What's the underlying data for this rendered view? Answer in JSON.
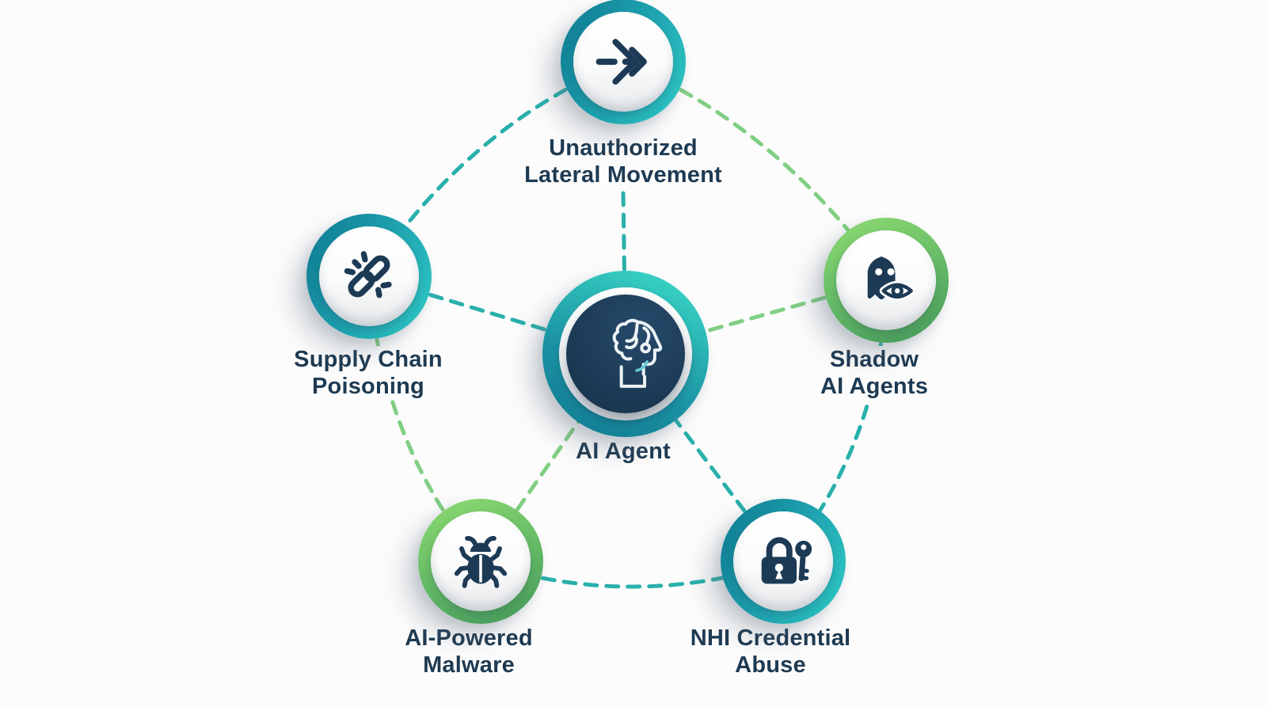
{
  "center_node": {
    "label": "AI Agent",
    "icon": "ai-head-icon",
    "ring_color": "teal"
  },
  "nodes": [
    {
      "id": "unauthorized-lateral-movement",
      "label_line1": "Unauthorized",
      "label_line2": "Lateral Movement",
      "icon": "merge-arrow-icon",
      "ring_color": "teal",
      "position": "top"
    },
    {
      "id": "supply-chain-poisoning",
      "label_line1": "Supply Chain",
      "label_line2": "Poisoning",
      "icon": "broken-chain-icon",
      "ring_color": "teal",
      "position": "left"
    },
    {
      "id": "shadow-ai-agents",
      "label_line1": "Shadow",
      "label_line2": "AI Agents",
      "icon": "ghost-eye-icon",
      "ring_color": "green",
      "position": "right"
    },
    {
      "id": "ai-powered-malware",
      "label_line1": "AI-Powered",
      "label_line2": "Malware",
      "icon": "bug-icon",
      "ring_color": "green",
      "position": "bottom-left"
    },
    {
      "id": "nhi-credential-abuse",
      "label_line1": "NHI Credential",
      "label_line2": "Abuse",
      "icon": "lock-key-icon",
      "ring_color": "teal",
      "position": "bottom-right"
    }
  ],
  "connectors": [
    {
      "from": "center",
      "to": "unauthorized-lateral-movement",
      "style": "dashed",
      "color": "teal"
    },
    {
      "from": "center",
      "to": "supply-chain-poisoning",
      "style": "dashed",
      "color": "teal"
    },
    {
      "from": "center",
      "to": "shadow-ai-agents",
      "style": "dashed",
      "color": "green"
    },
    {
      "from": "center",
      "to": "ai-powered-malware",
      "style": "dashed",
      "color": "green"
    },
    {
      "from": "center",
      "to": "nhi-credential-abuse",
      "style": "dashed",
      "color": "teal"
    },
    {
      "from": "unauthorized-lateral-movement",
      "to": "supply-chain-poisoning",
      "style": "dashed",
      "color": "teal"
    },
    {
      "from": "unauthorized-lateral-movement",
      "to": "shadow-ai-agents",
      "style": "dashed",
      "color": "green"
    },
    {
      "from": "supply-chain-poisoning",
      "to": "ai-powered-malware",
      "style": "dashed",
      "color": "green"
    },
    {
      "from": "shadow-ai-agents",
      "to": "nhi-credential-abuse",
      "style": "dashed",
      "color": "teal"
    },
    {
      "from": "ai-powered-malware",
      "to": "nhi-credential-abuse",
      "style": "dashed",
      "color": "teal"
    }
  ],
  "colors": {
    "background": "#fcfcfc",
    "teal_dash": "#29b0ab",
    "green_dash": "#80cf84",
    "teal_ring_dark": "#0e7890",
    "teal_ring_light": "#2fc9c6",
    "green_ring_dark": "#44985a",
    "green_ring_light": "#8edb72",
    "navy": "#1d3a55",
    "center_core_navy": "#1d3c58",
    "label_text": "#1e3a52"
  }
}
